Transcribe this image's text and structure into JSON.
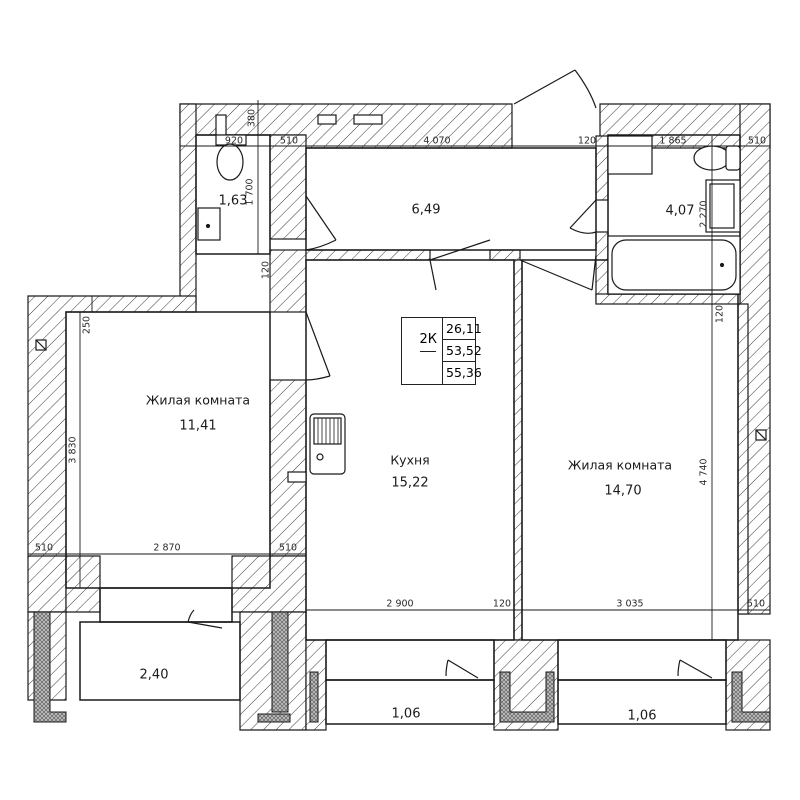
{
  "plan": {
    "summary": {
      "type": "2К",
      "living_area": "26,11",
      "total_area": "53,52",
      "total_area_with_balconies": "55,36"
    },
    "rooms": [
      {
        "id": "bathroom-small",
        "name": "",
        "area": "1,63"
      },
      {
        "id": "hallway",
        "name": "",
        "area": "6,49"
      },
      {
        "id": "bathroom-large",
        "name": "",
        "area": "4,07"
      },
      {
        "id": "living-room-1",
        "name": "Жилая комната",
        "area": "11,41"
      },
      {
        "id": "kitchen",
        "name": "Кухня",
        "area": "15,22"
      },
      {
        "id": "living-room-2",
        "name": "Жилая комната",
        "area": "14,70"
      },
      {
        "id": "loggia-1",
        "name": "",
        "area": "2,40"
      },
      {
        "id": "loggia-2",
        "name": "",
        "area": "1,06"
      },
      {
        "id": "loggia-3",
        "name": "",
        "area": "1,06"
      }
    ],
    "dimensions": {
      "top_380": "380",
      "top_920": "920",
      "top_510_left": "510",
      "top_4070": "4 070",
      "top_120": "120",
      "top_1865": "1 865",
      "top_510_right": "510",
      "v_1700": "1 700",
      "v_120_left": "120",
      "v_2270": "2 270",
      "v_120_right": "120",
      "v_250": "250",
      "v_3830": "3 830",
      "v_4740": "4 740",
      "mid_510_left": "510",
      "mid_2870": "2 870",
      "mid_510_right": "510",
      "bot_2900": "2 900",
      "bot_120": "120",
      "bot_3035": "3 035",
      "bot_510": "510"
    },
    "colors": {
      "line": "#1a1a1a",
      "hatch": "#3a3a3a",
      "background": "#ffffff"
    }
  }
}
